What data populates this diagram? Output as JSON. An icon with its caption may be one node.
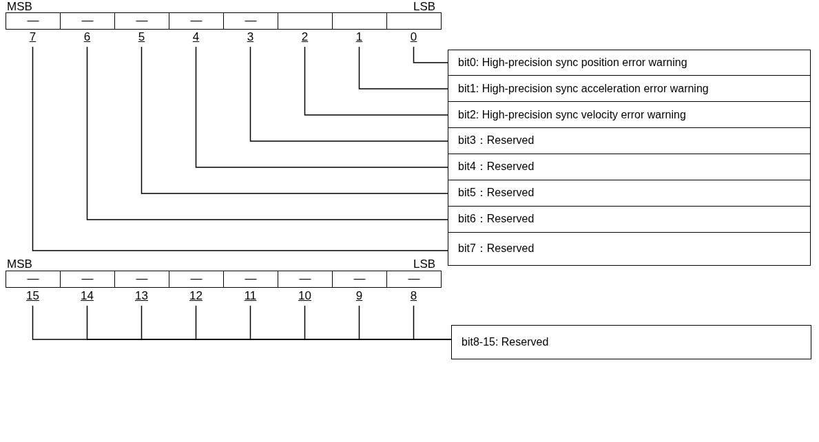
{
  "diagram": {
    "nodes": [
      {
        "text": [
          "7"
        ]
      },
      {
        "text": [
          "6"
        ]
      },
      {
        "text": [
          "5"
        ]
      },
      {
        "text": [
          "4"
        ]
      },
      {
        "text": [
          "3"
        ]
      },
      {
        "text": [
          "2"
        ]
      },
      {
        "text": [
          "1"
        ]
      },
      {
        "text": [
          "0"
        ]
      },
      {
        "text": [
          "bit0: High-precision sync position error warning"
        ]
      },
      {
        "text": [
          "bit1: High-precision sync acceleration error warning"
        ]
      },
      {
        "text": [
          "bit2: High-precision sync velocity error warning"
        ]
      },
      {
        "text": [
          "bit3：Reserved"
        ]
      },
      {
        "text": [
          "bit4：Reserved"
        ]
      },
      {
        "text": [
          "bit5：Reserved"
        ]
      },
      {
        "text": [
          "bit6：Reserved"
        ]
      },
      {
        "text": [
          "bit7：Reserved"
        ]
      },
      {
        "text": [
          "15"
        ]
      },
      {
        "text": [
          "14"
        ]
      },
      {
        "text": [
          "13"
        ]
      },
      {
        "text": [
          "12"
        ]
      },
      {
        "text": [
          "11"
        ]
      },
      {
        "text": [
          "10"
        ]
      },
      {
        "text": [
          "9"
        ]
      },
      {
        "text": [
          "8"
        ]
      },
      {
        "text": [
          "bit8-15: Reserved"
        ]
      }
    ],
    "edges": [
      {
        "from": 7,
        "to": 8,
        "arrow": "none"
      },
      {
        "from": 6,
        "to": 9,
        "arrow": "none"
      },
      {
        "from": 5,
        "to": 10,
        "arrow": "none"
      },
      {
        "from": 4,
        "to": 11,
        "arrow": "none"
      },
      {
        "from": 3,
        "to": 12,
        "arrow": "none"
      },
      {
        "from": 2,
        "to": 13,
        "arrow": "none"
      },
      {
        "from": 1,
        "to": 14,
        "arrow": "none"
      },
      {
        "from": 0,
        "to": 15,
        "arrow": "none"
      },
      {
        "from": 16,
        "to": 24,
        "arrow": "none"
      },
      {
        "from": 17,
        "to": 24,
        "arrow": "none"
      },
      {
        "from": 18,
        "to": 24,
        "arrow": "none"
      },
      {
        "from": 19,
        "to": 24,
        "arrow": "none"
      },
      {
        "from": 20,
        "to": 24,
        "arrow": "none"
      },
      {
        "from": 21,
        "to": 24,
        "arrow": "none"
      },
      {
        "from": 22,
        "to": 24,
        "arrow": "none"
      },
      {
        "from": 23,
        "to": 24,
        "arrow": "none"
      }
    ],
    "labels": [
      "MSB",
      "LSB",
      "—",
      "—",
      "—",
      "—",
      "—",
      "MSB",
      "LSB",
      "—",
      "—",
      "—",
      "—",
      "—",
      "—",
      "—",
      "—"
    ]
  }
}
